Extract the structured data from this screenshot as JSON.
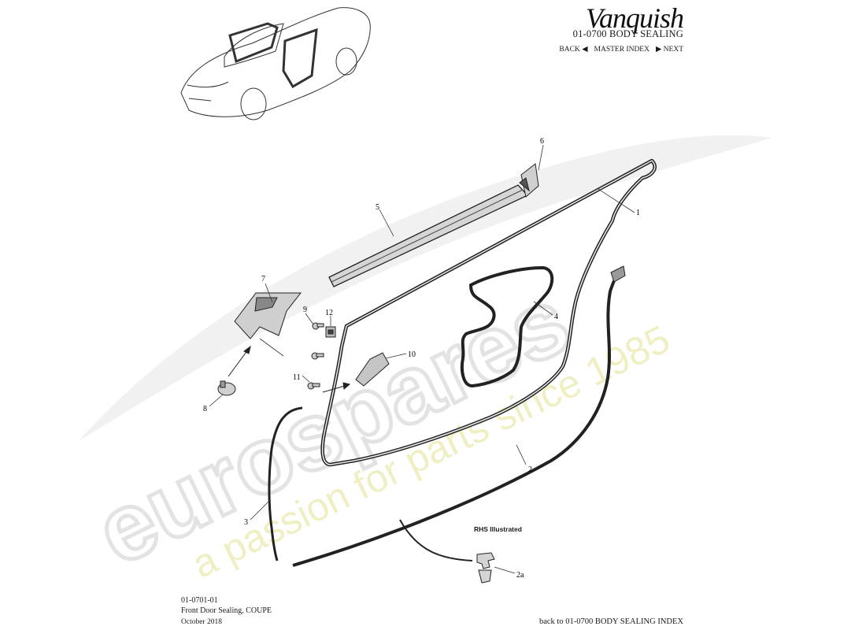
{
  "header": {
    "brand": "Vanquish",
    "section_title": "01-0700 BODY SEALING",
    "nav": {
      "back": "BACK",
      "master_index": "MASTER INDEX",
      "next": "NEXT"
    }
  },
  "watermark": {
    "main": "eurospares",
    "tagline": "a passion for parts since 1985"
  },
  "diagram": {
    "rhs_note": "RHS Illustrated",
    "callouts": [
      "1",
      "2",
      "2a",
      "3",
      "4",
      "5",
      "6",
      "7",
      "8",
      "9",
      "10",
      "11",
      "12"
    ]
  },
  "footer": {
    "page_id": "01-0701-01",
    "page_name": "Front Door Sealing, COUPE",
    "date": "October 2018",
    "back_link": "back to 01-0700 BODY SEALING INDEX"
  },
  "colors": {
    "ink": "#1a1a1a",
    "watermark_grey": "#e6e6e6",
    "watermark_yellow": "#efeec0"
  }
}
